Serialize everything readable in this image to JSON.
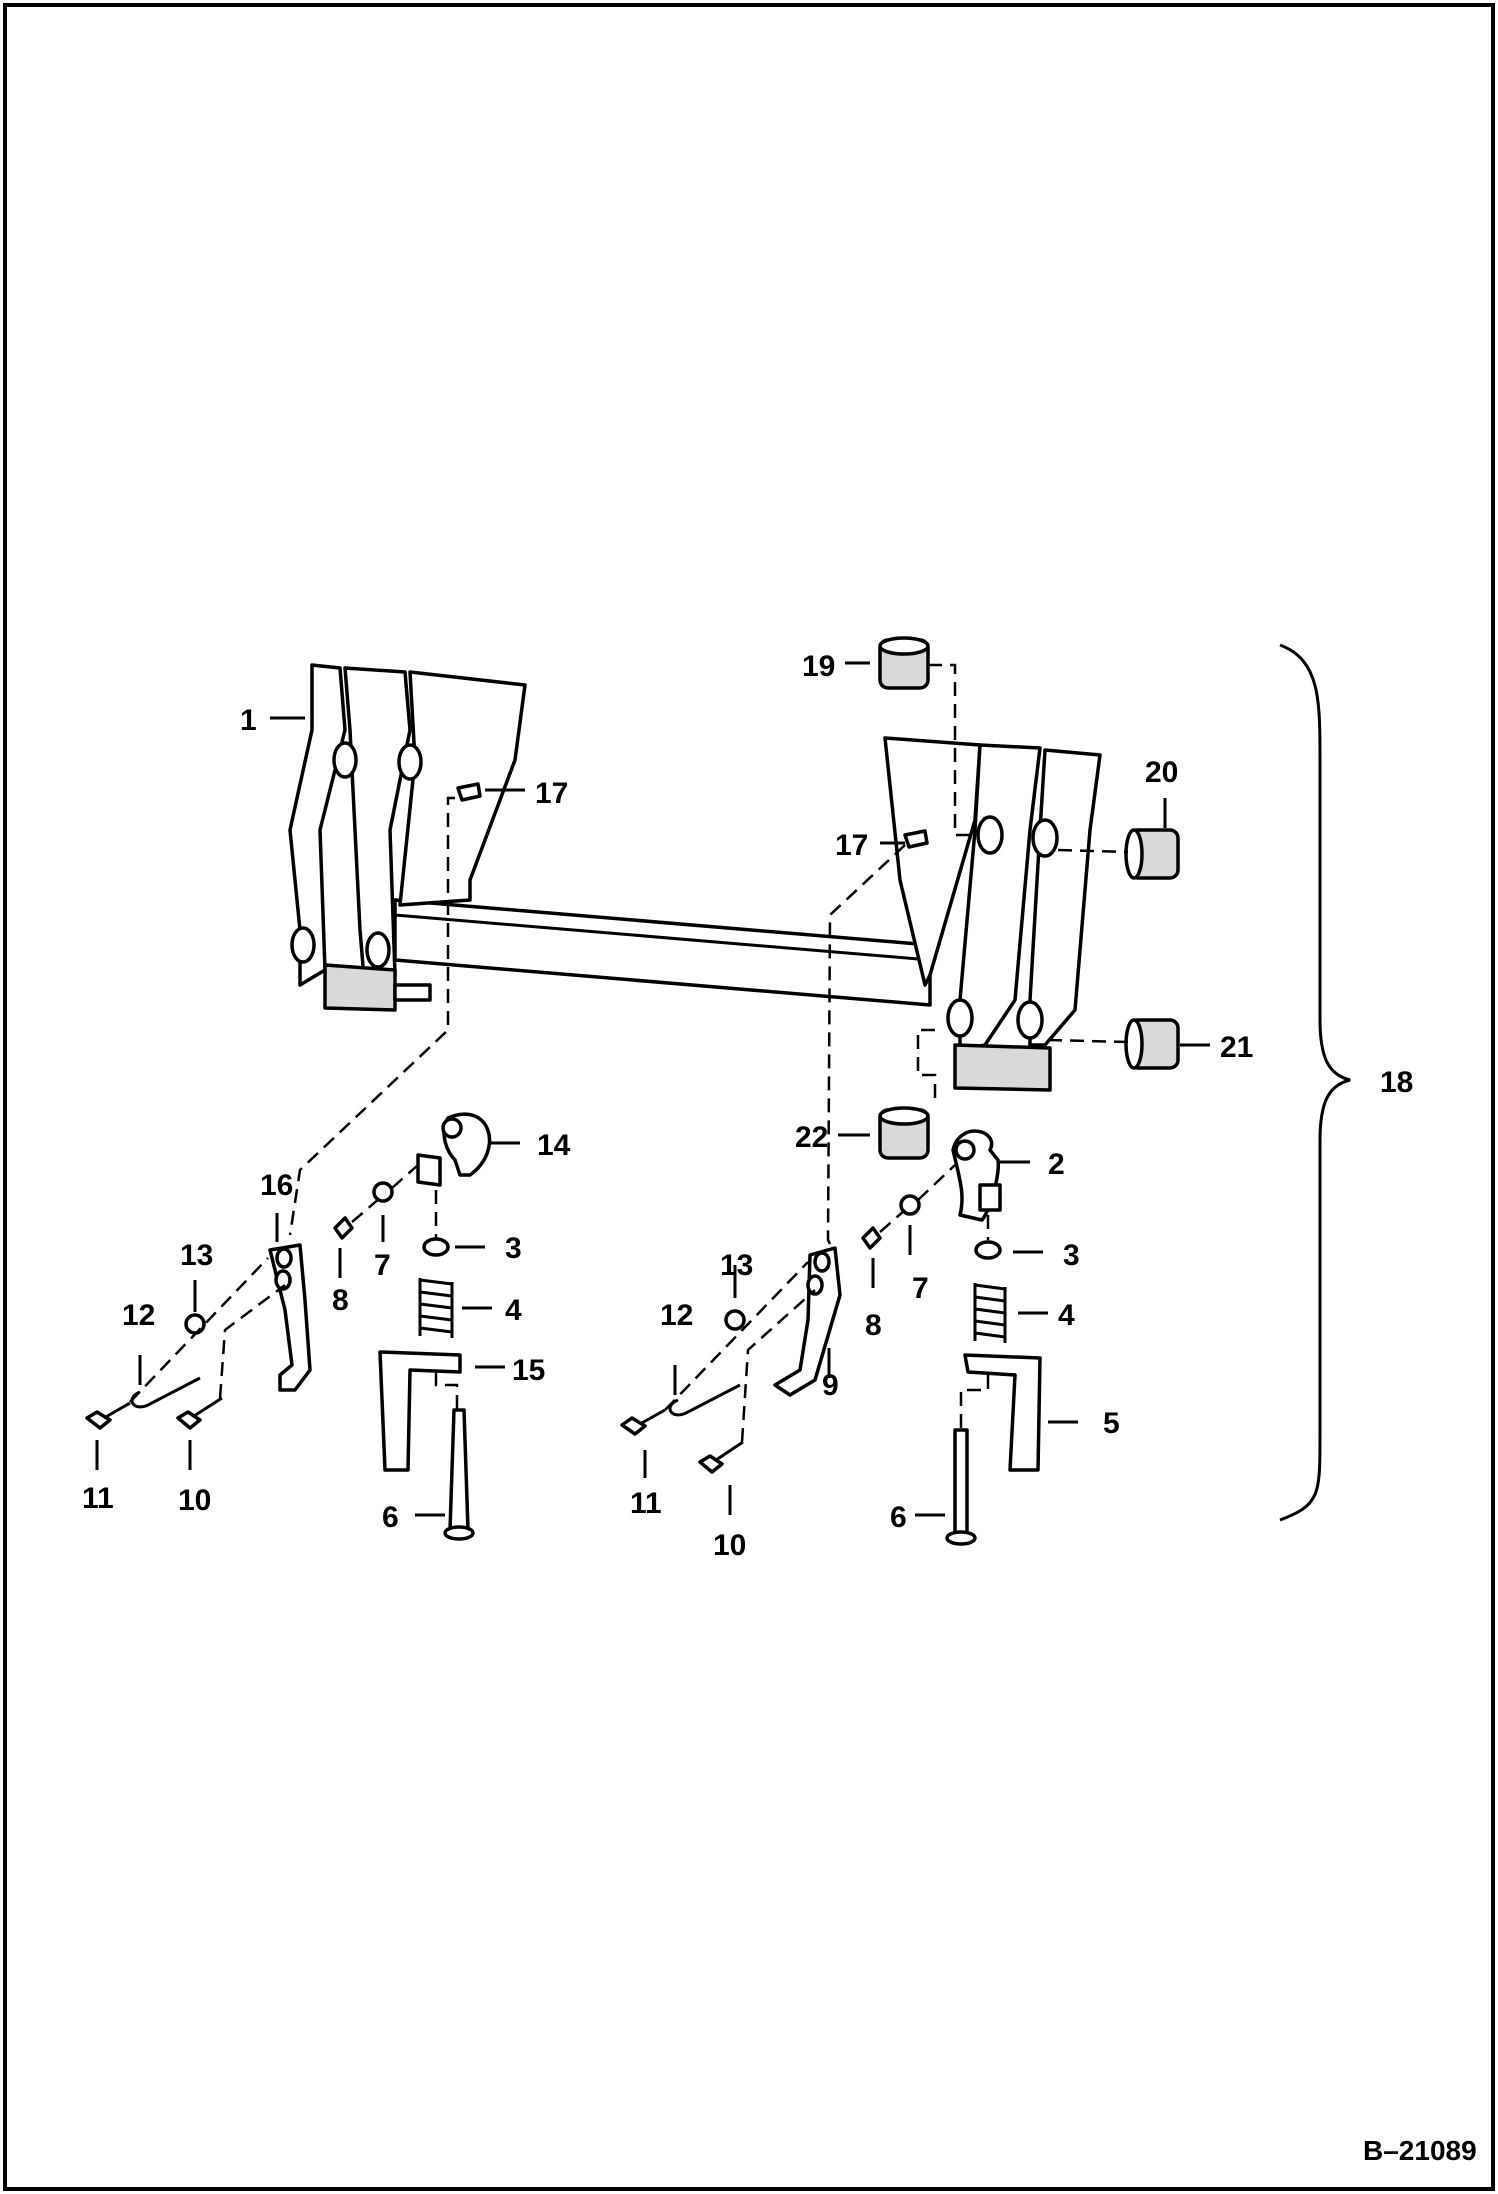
{
  "document_number": "B–21089",
  "assembly_label": "18",
  "callouts": [
    {
      "id": "c1",
      "text": "1"
    },
    {
      "id": "c17a",
      "text": "17"
    },
    {
      "id": "c19",
      "text": "19"
    },
    {
      "id": "c20",
      "text": "20"
    },
    {
      "id": "c17b",
      "text": "17"
    },
    {
      "id": "c21",
      "text": "21"
    },
    {
      "id": "c22",
      "text": "22"
    },
    {
      "id": "c14",
      "text": "14"
    },
    {
      "id": "c2",
      "text": "2"
    },
    {
      "id": "c16",
      "text": "16"
    },
    {
      "id": "c13a",
      "text": "13"
    },
    {
      "id": "c7a",
      "text": "7"
    },
    {
      "id": "c3a",
      "text": "3"
    },
    {
      "id": "c12a",
      "text": "12"
    },
    {
      "id": "c8a",
      "text": "8"
    },
    {
      "id": "c4a",
      "text": "4"
    },
    {
      "id": "c15",
      "text": "15"
    },
    {
      "id": "c11a",
      "text": "11"
    },
    {
      "id": "c10a",
      "text": "10"
    },
    {
      "id": "c6a",
      "text": "6"
    },
    {
      "id": "c13b",
      "text": "13"
    },
    {
      "id": "c7b",
      "text": "7"
    },
    {
      "id": "c3b",
      "text": "3"
    },
    {
      "id": "c12b",
      "text": "12"
    },
    {
      "id": "c8b",
      "text": "8"
    },
    {
      "id": "c4b",
      "text": "4"
    },
    {
      "id": "c9",
      "text": "9"
    },
    {
      "id": "c5",
      "text": "5"
    },
    {
      "id": "c11b",
      "text": "11"
    },
    {
      "id": "c10b",
      "text": "10"
    },
    {
      "id": "c6b",
      "text": "6"
    }
  ]
}
